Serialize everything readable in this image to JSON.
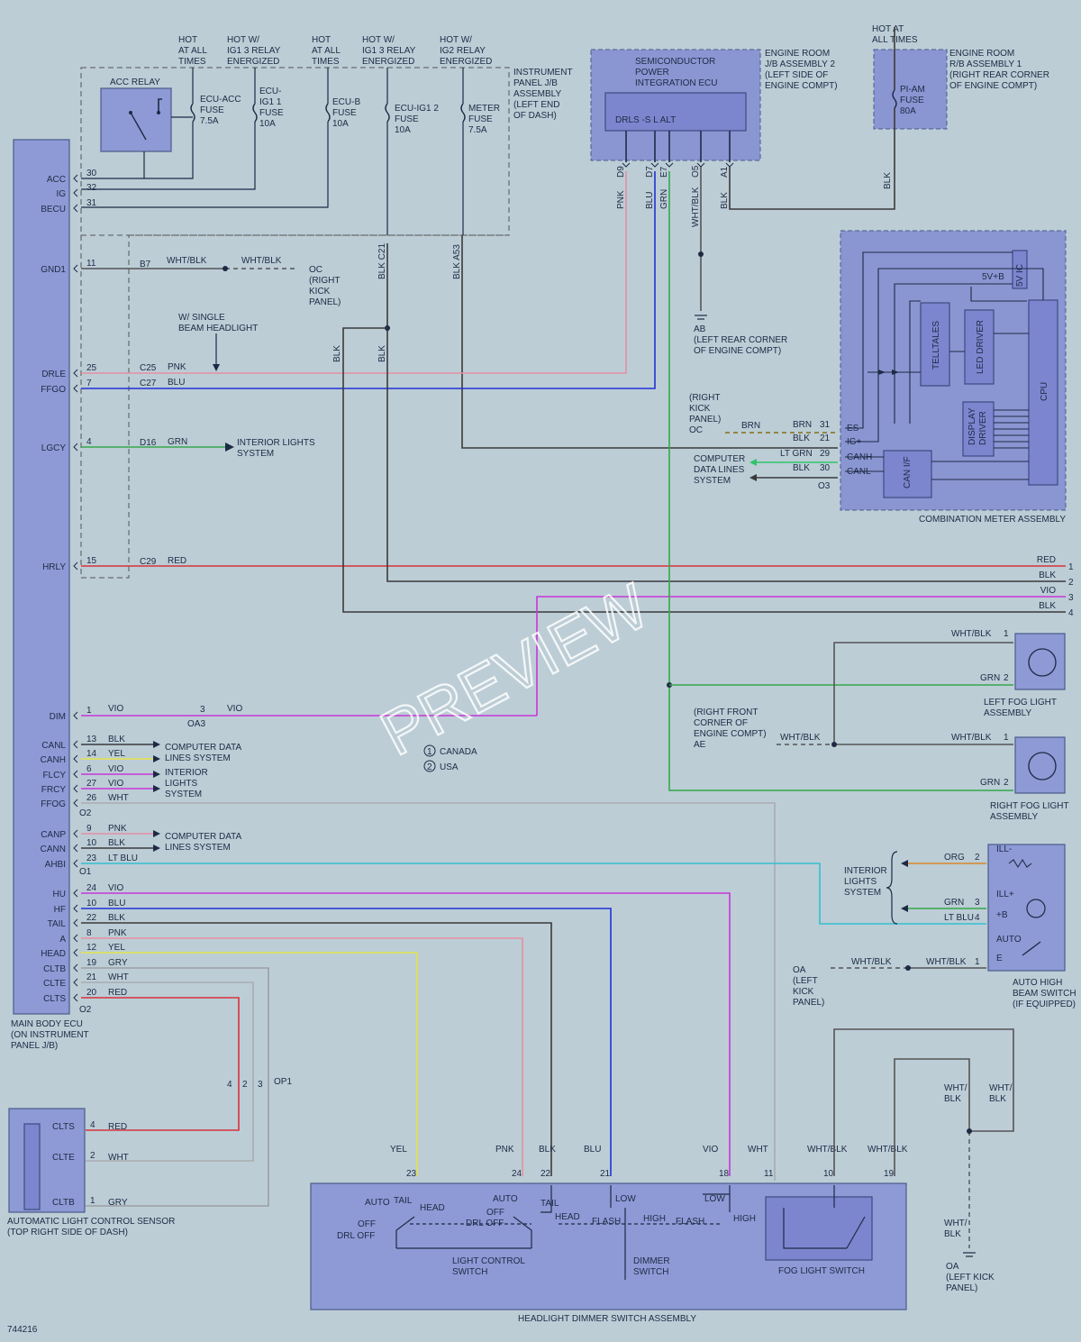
{
  "diagram_id": "744216",
  "watermark": "PREVIEW",
  "colors": {
    "RED": "#d8323b",
    "BLK": "#3a3a3a",
    "VIO": "#c736d8",
    "PNK": "#e58fa3",
    "BLU": "#2231d6",
    "GRN": "#34a84a",
    "YEL": "#e3e34a",
    "WHT": "#a9acb1",
    "LTBLU": "#33c0cf",
    "ORG": "#d8862e",
    "GRY": "#9b9ea3",
    "BRN": "#8a6a1a",
    "LTGRN": "#2ec46a",
    "WHTBLK": "#555555"
  },
  "main_ecu": {
    "name": "MAIN BODY ECU\n(ON INSTRUMENT\nPANEL J/B)",
    "pins": [
      {
        "label": "ACC",
        "num": "30"
      },
      {
        "label": "IG",
        "num": "32"
      },
      {
        "label": "BECU",
        "num": "31"
      },
      {
        "label": "GND1",
        "num": "11"
      },
      {
        "label": "DRLE",
        "num": "25"
      },
      {
        "label": "FFGO",
        "num": "7"
      },
      {
        "label": "LGCY",
        "num": "4"
      },
      {
        "label": "HRLY",
        "num": "15"
      },
      {
        "label": "DIM",
        "num": "1"
      },
      {
        "label": "CANL",
        "num": "13"
      },
      {
        "label": "CANH",
        "num": "14"
      },
      {
        "label": "FLCY",
        "num": "6"
      },
      {
        "label": "FRCY",
        "num": "27"
      },
      {
        "label": "FFOG",
        "num": "26"
      },
      {
        "label": "CANP",
        "num": "9"
      },
      {
        "label": "CANN",
        "num": "10"
      },
      {
        "label": "AHBI",
        "num": "23"
      },
      {
        "label": "HU",
        "num": "24"
      },
      {
        "label": "HF",
        "num": "10"
      },
      {
        "label": "TAIL",
        "num": "22"
      },
      {
        "label": "A",
        "num": "8"
      },
      {
        "label": "HEAD",
        "num": "12"
      },
      {
        "label": "CLTB",
        "num": "19"
      },
      {
        "label": "CLTE",
        "num": "21"
      },
      {
        "label": "CLTS",
        "num": "20"
      }
    ],
    "connectors": [
      "O2",
      "O1",
      "O2"
    ]
  },
  "top_labels": [
    {
      "text": "HOT\nAT ALL\nTIMES"
    },
    {
      "text": "HOT W/\nIG1 3 RELAY\nENERGIZED"
    },
    {
      "text": "HOT\nAT ALL\nTIMES"
    },
    {
      "text": "HOT W/\nIG1 3 RELAY\nENERGIZED"
    },
    {
      "text": "HOT W/\nIG2 RELAY\nENERGIZED"
    },
    {
      "text": "HOT AT\nALL TIMES"
    }
  ],
  "instrument_jb": {
    "name": "INSTRUMENT\nPANEL J/B\nASSEMBLY\n(LEFT END\nOF DASH)",
    "relay": "ACC RELAY",
    "fuses": [
      "ECU-ACC\nFUSE\n7.5A",
      "ECU-\nIG1 1\nFUSE\n10A",
      "ECU-B\nFUSE\n10A",
      "ECU-IG1 2\nFUSE\n10A",
      "METER\nFUSE\n7.5A"
    ]
  },
  "spiec": {
    "title": "SEMICONDUCTOR\nPOWER\nINTEGRATION ECU",
    "inner": "DRLS  -S    L            ALT",
    "assembly": "ENGINE ROOM\nJ/B ASSEMBLY 2\n(LEFT SIDE OF\nENGINE COMPT)",
    "pins": [
      "D9",
      "D7",
      "E7",
      "O5",
      "A1"
    ],
    "wires": [
      "PNK",
      "BLU",
      "GRN",
      "WHT/BLK",
      "BLK"
    ]
  },
  "rb": {
    "fuse": "PI-AM\nFUSE\n80A",
    "assembly": "ENGINE ROOM\nR/B ASSEMBLY 1\n(RIGHT REAR CORNER\nOF ENGINE COMPT)",
    "wire": "BLK"
  },
  "ground_ab": "AB\n(LEFT REAR CORNER\nOF ENGINE COMPT)",
  "combo_meter": {
    "name": "COMBINATION METER ASSEMBLY",
    "blocks": [
      "TELLTALES",
      "LED DRIVER",
      "DISPLAY\nDRIVER",
      "CPU",
      "CAN I/F",
      "5V IC",
      "5V+B"
    ],
    "pins": [
      {
        "label": "ES",
        "num": "31",
        "wire": "BRN"
      },
      {
        "label": "IG+",
        "num": "21",
        "wire": "BLK"
      },
      {
        "label": "CANH",
        "num": "29",
        "wire": "LT GRN"
      },
      {
        "label": "CANL",
        "num": "30",
        "wire": "BLK"
      }
    ],
    "connector": "O3",
    "oc": "(RIGHT\nKICK\nPANEL)\nOC",
    "brn": "BRN",
    "cdl": "COMPUTER\nDATA LINES\nSYSTEM"
  },
  "ecu_wires": {
    "b7": "B7",
    "whtblk": "WHT/BLK",
    "oc_left": "OC\n(RIGHT\nKICK\nPANEL)",
    "single_beam": "W/ SINGLE\nBEAM HEADLIGHT",
    "c25": "C25",
    "pnk": "PNK",
    "c27": "C27",
    "blu": "BLU",
    "d16": "D16",
    "grn": "GRN",
    "interior": "INTERIOR LIGHTS\nSYSTEM",
    "c29": "C29",
    "red": "RED",
    "blk_c21": "BLK  C21",
    "blk_a53": "BLK  A53",
    "blk": "BLK",
    "dim_vio": "VIO",
    "oa3": "OA3",
    "oa3num": "3",
    "canada": "CANADA",
    "usa": "USA"
  },
  "right_bus": [
    {
      "color": "RED",
      "num": "1"
    },
    {
      "color": "BLK",
      "num": "2"
    },
    {
      "color": "VIO",
      "num": "3"
    },
    {
      "color": "BLK",
      "num": "4"
    }
  ],
  "fog": {
    "left": "LEFT FOG LIGHT\nASSEMBLY",
    "right": "RIGHT FOG LIGHT\nASSEMBLY",
    "ae": "(RIGHT FRONT\nCORNER OF\nENGINE COMPT)\nAE",
    "whtblk": "WHT/BLK",
    "grn": "GRN"
  },
  "can_labels": {
    "cdl1": "COMPUTER DATA\nLINES SYSTEM",
    "ils": "INTERIOR\nLIGHTS\nSYSTEM",
    "cdl2": "COMPUTER DATA\nLINES SYSTEM",
    "wires1": [
      "BLK",
      "YEL",
      "VIO",
      "VIO",
      "WHT"
    ],
    "wires2": [
      "PNK",
      "BLK",
      "LT BLU"
    ],
    "wires3": [
      "VIO",
      "BLU",
      "BLK",
      "PNK",
      "YEL",
      "GRY",
      "WHT",
      "RED"
    ]
  },
  "auto_high": {
    "name": "AUTO HIGH\nBEAM SWITCH\n(IF EQUIPPED)",
    "pins": [
      "ILL-",
      "ILL+",
      "+B",
      "AUTO",
      "E"
    ],
    "wires": [
      {
        "color": "ORG",
        "num": "2"
      },
      {
        "color": "GRN",
        "num": "3"
      },
      {
        "color": "LT BLU",
        "num": "4"
      },
      {
        "color": "WHT/BLK",
        "num": "1"
      }
    ],
    "ils": "INTERIOR\nLIGHTS\nSYSTEM",
    "oa": "OA\n(LEFT\nKICK\nPANEL)",
    "whtblk": "WHT/BLK"
  },
  "sensor": {
    "name": "AUTOMATIC LIGHT CONTROL SENSOR\n(TOP RIGHT SIDE OF DASH)",
    "pins": [
      {
        "label": "CLTS",
        "num": "4",
        "wire": "RED"
      },
      {
        "label": "CLTE",
        "num": "2",
        "wire": "WHT"
      },
      {
        "label": "CLTB",
        "num": "1",
        "wire": "GRY"
      }
    ],
    "op1": "OP1",
    "op1nums": [
      "4",
      "2",
      "3"
    ]
  },
  "dimmer": {
    "name": "HEADLIGHT DIMMER SWITCH ASSEMBLY",
    "light_ctrl": "LIGHT CONTROL\nSWITCH",
    "dimmer_sw": "DIMMER\nSWITCH",
    "fog_sw": "FOG LIGHT SWITCH",
    "pins": [
      {
        "num": "23",
        "wire": "YEL"
      },
      {
        "num": "24",
        "wire": "PNK"
      },
      {
        "num": "22",
        "wire": "BLK"
      },
      {
        "num": "21",
        "wire": "BLU"
      },
      {
        "num": "18",
        "wire": "VIO"
      },
      {
        "num": "11",
        "wire": "WHT"
      },
      {
        "num": "10",
        "wire": "WHT/BLK"
      },
      {
        "num": "19",
        "wire": "WHT/BLK"
      }
    ],
    "sw_labels": [
      "AUTO",
      "TAIL",
      "HEAD",
      "OFF",
      "DRL OFF",
      "AUTO",
      "OFF",
      "DRL OFF",
      "TAIL",
      "HEAD",
      "LOW",
      "HIGH",
      "FLASH",
      "LOW",
      "HIGH",
      "FLASH"
    ]
  },
  "oa_right": {
    "whtblk1": "WHT/\nBLK",
    "whtblk2": "WHT/\nBLK",
    "whtblk3": "WHT/\nBLK",
    "oa": "OA\n(LEFT KICK\nPANEL)"
  }
}
